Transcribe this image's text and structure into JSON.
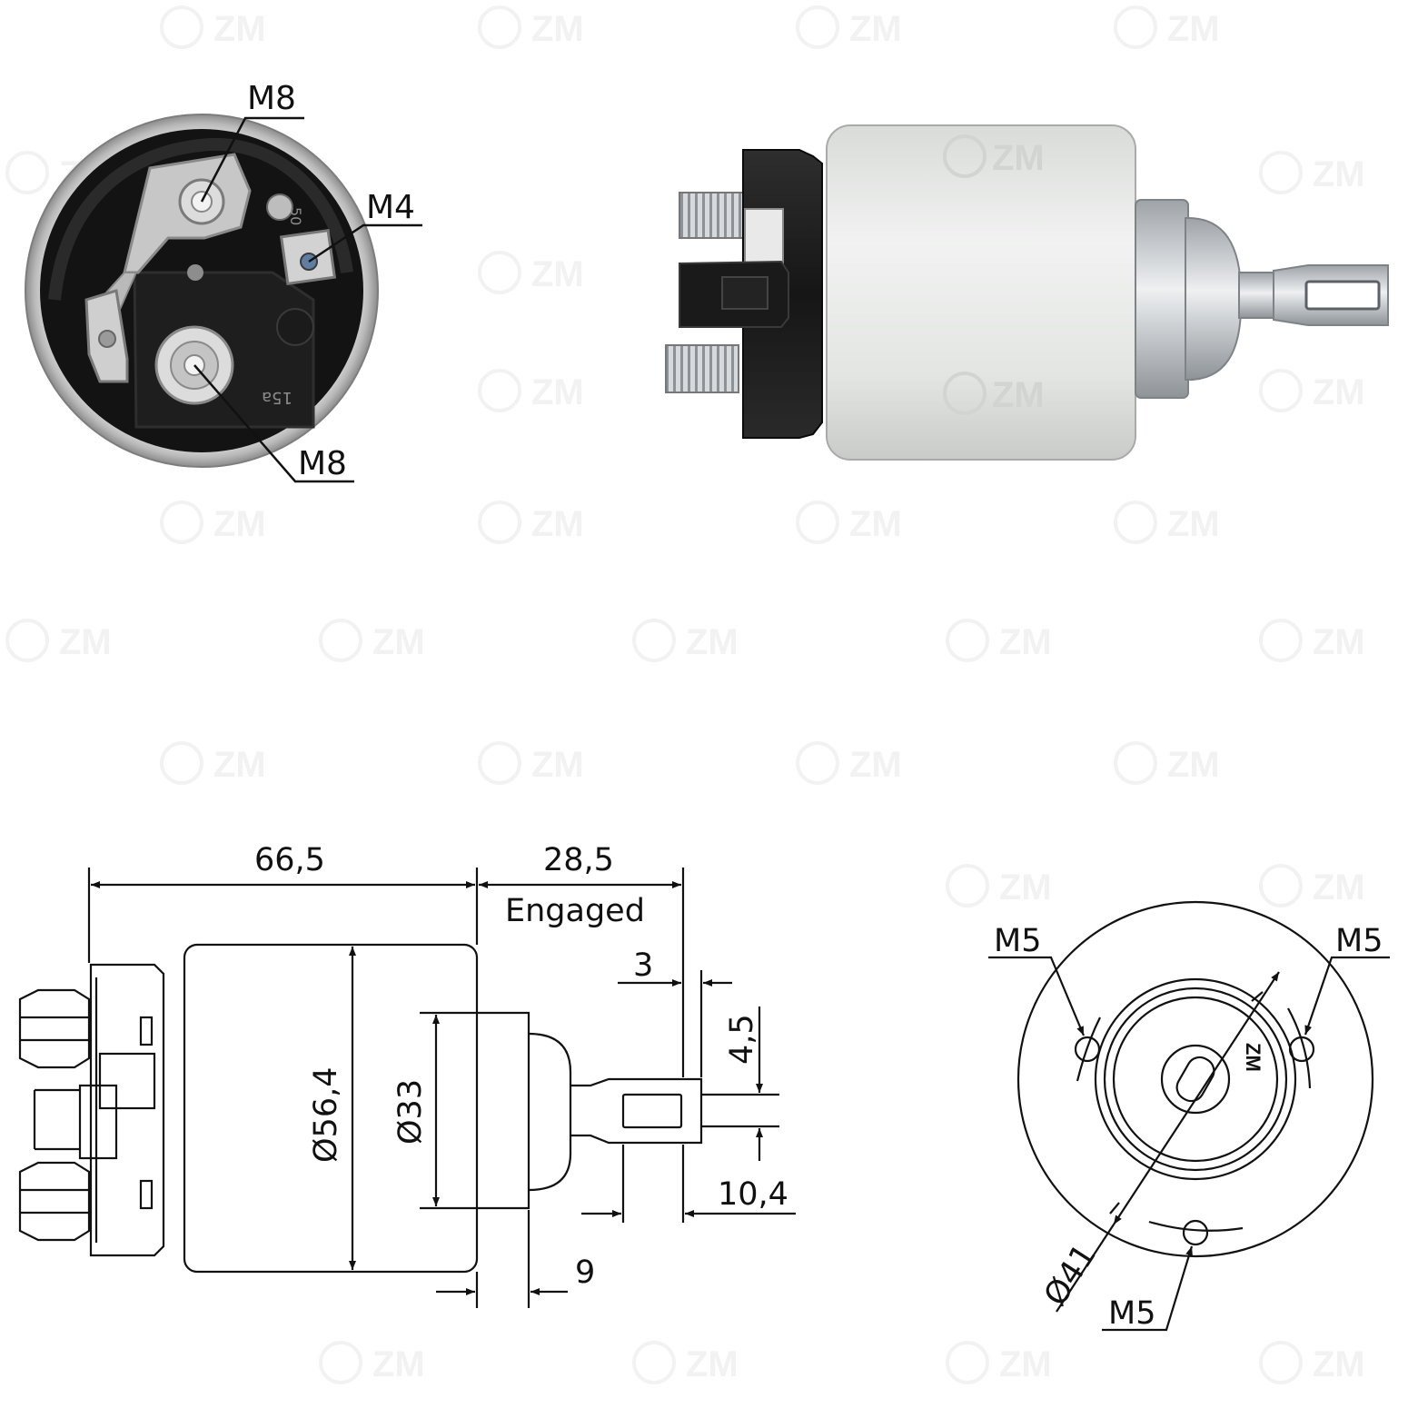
{
  "brand": {
    "watermark": "ZM",
    "colors": {
      "housing": "#e6e8e6",
      "cap": "#1c1c1c",
      "metal": "#c4c7cb",
      "line": "#111111"
    }
  },
  "photo_end": {
    "callouts": {
      "main_top": "M8",
      "control": "M4",
      "main_bottom": "M8"
    },
    "cap_marks": {
      "terminal_a": "50",
      "terminal_b": "15a"
    }
  },
  "photo_side": {
    "housing_brand": "ZM"
  },
  "side_drawing": {
    "dims": {
      "overall_length": "66,5",
      "stroke": "28,5",
      "stroke_note": "Engaged",
      "housing_dia": "Ø56,4",
      "nose_dia": "Ø33",
      "fork_offset": "3",
      "fork_slot": "4,5",
      "fork_length": "10,4",
      "nose_length": "9"
    }
  },
  "end_drawing": {
    "holes": {
      "top_left": "M5",
      "top_right": "M5",
      "bottom": "M5"
    },
    "bolt_circle": "Ø41",
    "plunger_mark": "ZM"
  }
}
